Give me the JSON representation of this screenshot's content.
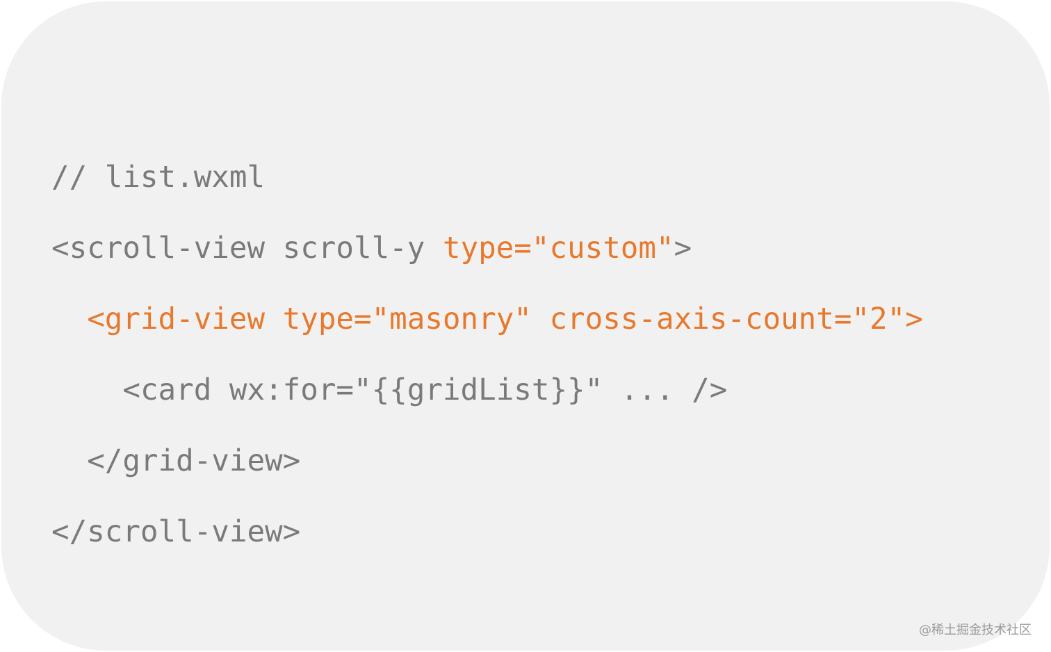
{
  "colors": {
    "background": "#f1f1f1",
    "text": "#7a7a7a",
    "highlight": "#e8792c"
  },
  "code": {
    "lines": [
      {
        "indent": "",
        "segments": [
          {
            "text": "// list.wxml",
            "highlight": false
          }
        ]
      },
      {
        "indent": "",
        "segments": [
          {
            "text": "<scroll-view scroll-y ",
            "highlight": false
          },
          {
            "text": "type=\"custom\"",
            "highlight": true
          },
          {
            "text": ">",
            "highlight": false
          }
        ]
      },
      {
        "indent": "  ",
        "segments": [
          {
            "text": "<grid-view type=\"masonry\" cross-axis-count=\"2\">",
            "highlight": true
          }
        ]
      },
      {
        "indent": "    ",
        "segments": [
          {
            "text": "<card wx:for=\"{{gridList}}\" ... />",
            "highlight": false
          }
        ]
      },
      {
        "indent": "  ",
        "segments": [
          {
            "text": "</grid-view>",
            "highlight": false
          }
        ]
      },
      {
        "indent": "",
        "segments": [
          {
            "text": "</scroll-view>",
            "highlight": false
          }
        ]
      }
    ]
  },
  "watermark": "@稀土掘金技术社区"
}
